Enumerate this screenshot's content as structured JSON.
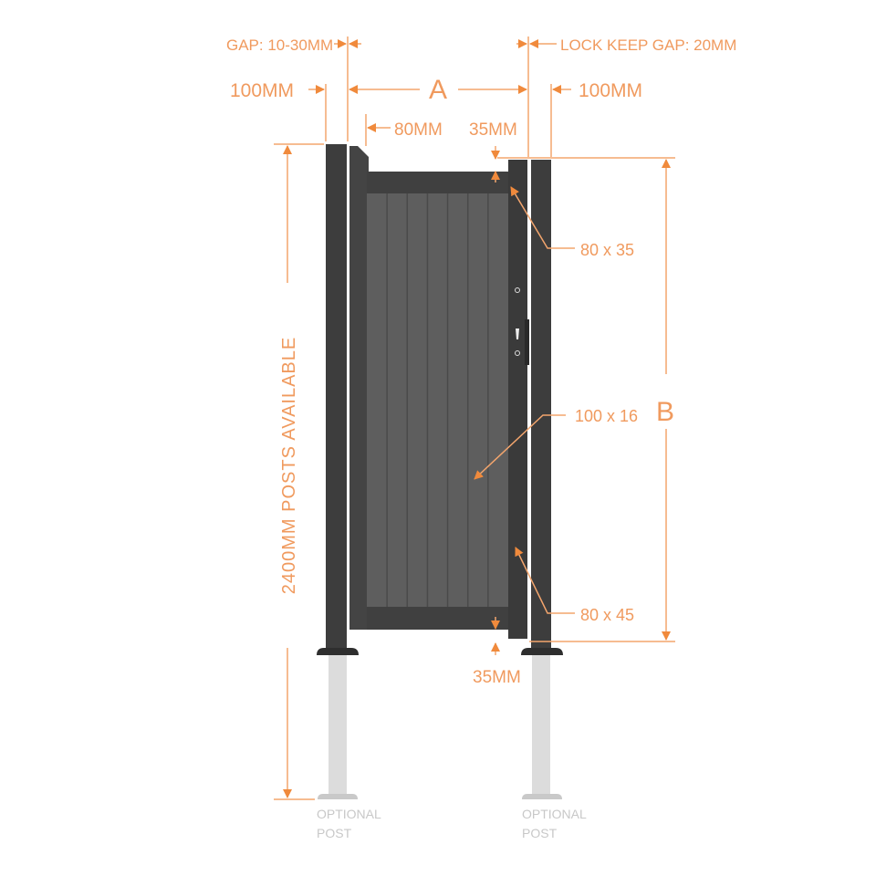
{
  "labels": {
    "gap": "GAP: 10-30MM",
    "lock_keep_gap": "LOCK KEEP GAP: 20MM",
    "left_post_width": "100MM",
    "right_post_width": "100MM",
    "dimension_a": "A",
    "dimension_b": "B",
    "stile_width": "80MM",
    "top_clearance": "35MM",
    "bottom_clearance": "35MM",
    "top_rail": "80 x 35",
    "infill_board": "100 x 16",
    "lock_stile": "80 x 45",
    "post_height": "2400MM POSTS AVAILABLE",
    "optional_post_left": [
      "OPTIONAL",
      "POST"
    ],
    "optional_post_right": [
      "OPTIONAL",
      "POST"
    ]
  },
  "colors": {
    "accent": "#f08a3c",
    "frame": "#3d3d3d",
    "infill": "#5e5e5e",
    "optional_post": "#dcdcdc"
  }
}
